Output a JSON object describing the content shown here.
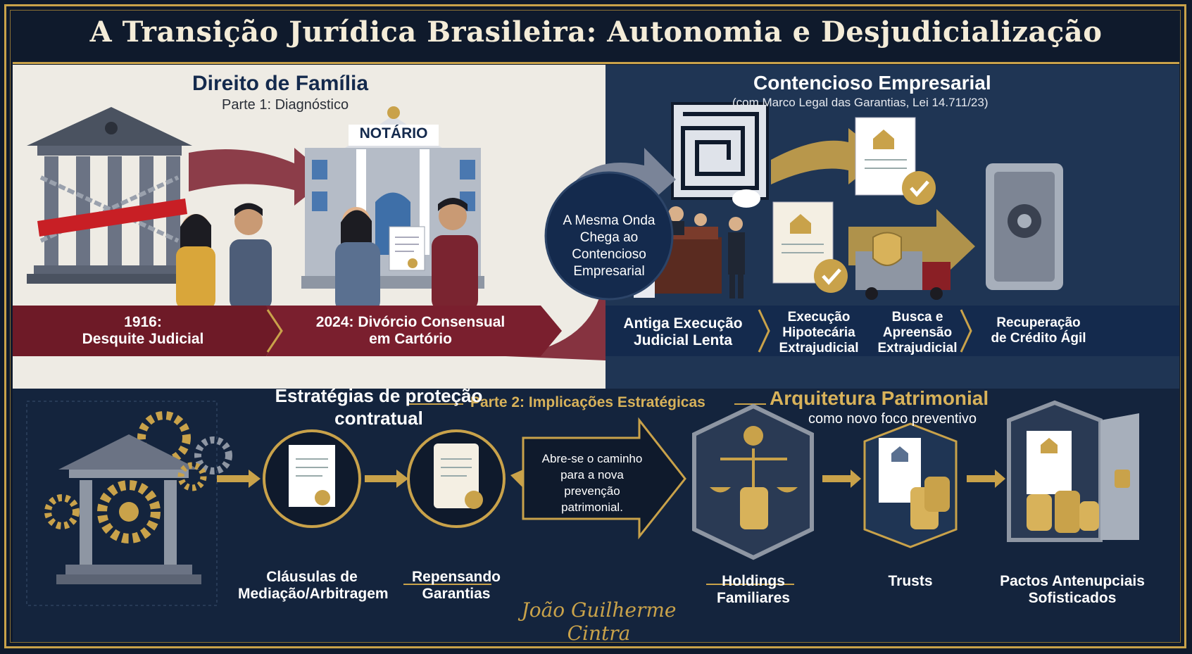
{
  "title": "A Transição Jurídica Brasileira: Autonomia e Desjudicialização",
  "family": {
    "heading": "Direito de Família",
    "subheading": "Parte 1: Diagnóstico",
    "building_sign": "NOTÁRIO",
    "step1": "1916:\nDesquite Judicial",
    "step2": "2024: Divórcio Consensual\nem Cartório"
  },
  "bridge": {
    "text": "A Mesma Onda\nChega ao\nContencioso\nEmpresarial"
  },
  "business": {
    "heading": "Contencioso Empresarial",
    "subheading": "(com Marco Legal das Garantias, Lei 14.711/23)",
    "steps": [
      "Antiga Execução\nJudicial Lenta",
      "Execução\nHipotecária\nExtrajudicial",
      "Busca e\nApreensão\nExtrajudicial",
      "Recuperação\nde Crédito Ágil"
    ]
  },
  "part2": {
    "label": "Parte 2: Implicações Estratégicas",
    "contract_heading": "Estratégias de proteção\ncontratual",
    "contract_items": [
      "Cláusulas de\nMediação/Arbitragem",
      "Repensando\nGarantias"
    ],
    "arrow_text": "Abre-se o caminho\npara a nova prevenção\npatrimonial.",
    "arch_heading": "Arquitetura Patrimonial",
    "arch_subheading": "como novo foco preventivo",
    "arch_items": [
      "Holdings\nFamiliares",
      "Trusts",
      "Pactos Antenupciais\nSofisticados"
    ],
    "signature": "João Guilherme Cintra"
  },
  "colors": {
    "navy": "#14243d",
    "gold": "#c9a24a",
    "burgundy": "#6e1a27",
    "cream": "#eeebe4"
  }
}
